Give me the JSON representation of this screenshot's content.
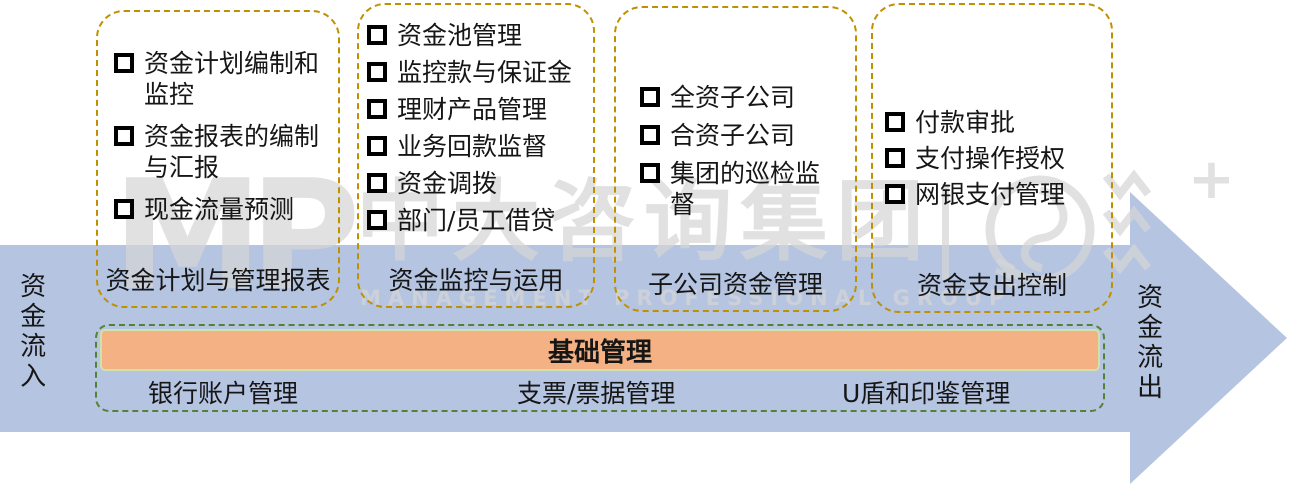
{
  "arrow": {
    "left_label": "资金流入",
    "right_label": "资金流出"
  },
  "columns": [
    {
      "title": "资金计划与管理报表",
      "items": [
        "资金计划编制和监控",
        "资金报表的编制与汇报",
        "现金流量预测"
      ]
    },
    {
      "title": "资金监控与运用",
      "items": [
        "资金池管理",
        "监控款与保证金",
        "理财产品管理",
        "业务回款监督",
        "资金调拨",
        "部门/员工借贷"
      ]
    },
    {
      "title": "子公司资金管理",
      "items": [
        "全资子公司",
        "合资子公司",
        "集团的巡检监督"
      ]
    },
    {
      "title": "资金支出控制",
      "items": [
        "付款审批",
        "支付操作授权",
        "网银支付管理"
      ]
    }
  ],
  "base": {
    "title": "基础管理",
    "items": [
      "银行账户管理",
      "支票/票据管理",
      "U盾和印鉴管理"
    ]
  },
  "watermark": {
    "letters": "MP",
    "brand": "中大咨询集团",
    "subtitle": "MANAGEMENT PROFESSIONAL GROUP",
    "plus": "+"
  },
  "colors": {
    "arrow-blue": "#b4c4e1",
    "box-gold": "#bf9000",
    "base-green": "#548235",
    "bar-orange": "#f4b183",
    "bar-border": "#cfe2ae",
    "text": "#161616",
    "watermark": "#d7d7d7"
  }
}
